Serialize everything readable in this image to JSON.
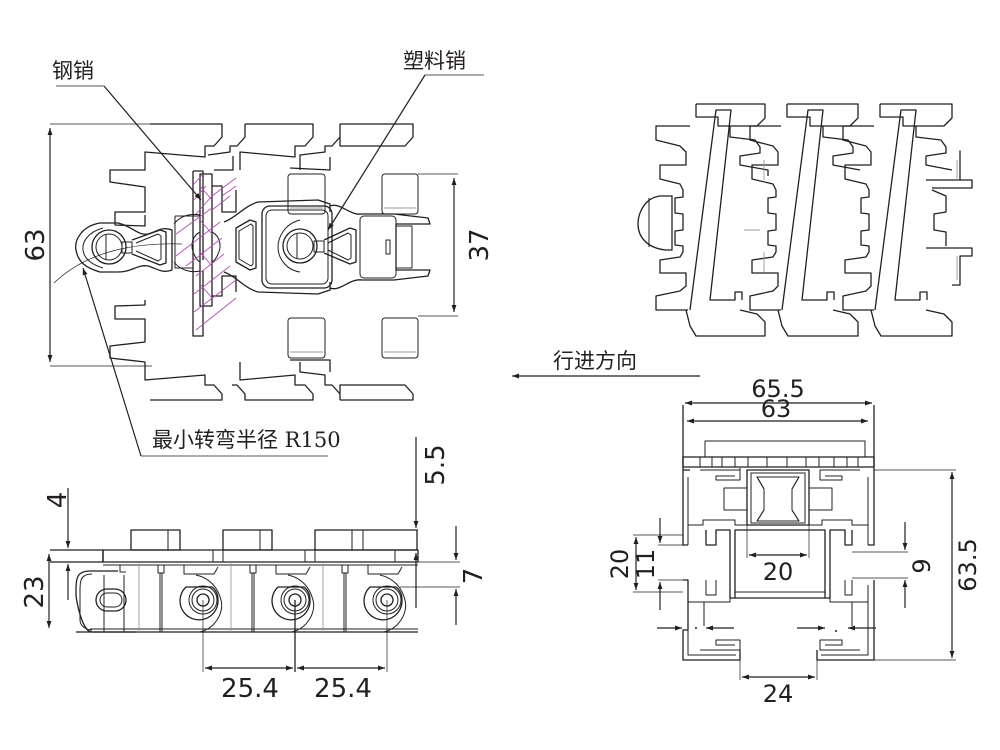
{
  "title": "Flexible chain link technical drawing",
  "colors": {
    "line": "#231f20",
    "hatch": "#b14fb3",
    "background": "#ffffff"
  },
  "top_view": {
    "callouts": {
      "steel_pin": "钢销",
      "plastic_pin": "塑料销",
      "min_turning_radius": "最小转弯半径 R150"
    },
    "dimensions": {
      "overall_width": "63",
      "pin_length": "37"
    }
  },
  "travel_direction": {
    "label": "行进方向",
    "arrow": "left-arrow"
  },
  "side_view": {
    "dimensions": {
      "top_thickness": "4",
      "overall_height": "23",
      "tab_height": "5.5",
      "pin_offset": "7",
      "pitch_1": "25.4",
      "pitch_2": "25.4"
    }
  },
  "cross_section": {
    "dimensions": {
      "plate_width": "65.5",
      "top_width": "63",
      "guide_width": "20",
      "slot_outer": "20",
      "slot_inner": "11",
      "right_slot": "9",
      "overall_height": "63.5",
      "bottom_gap": "24"
    }
  }
}
